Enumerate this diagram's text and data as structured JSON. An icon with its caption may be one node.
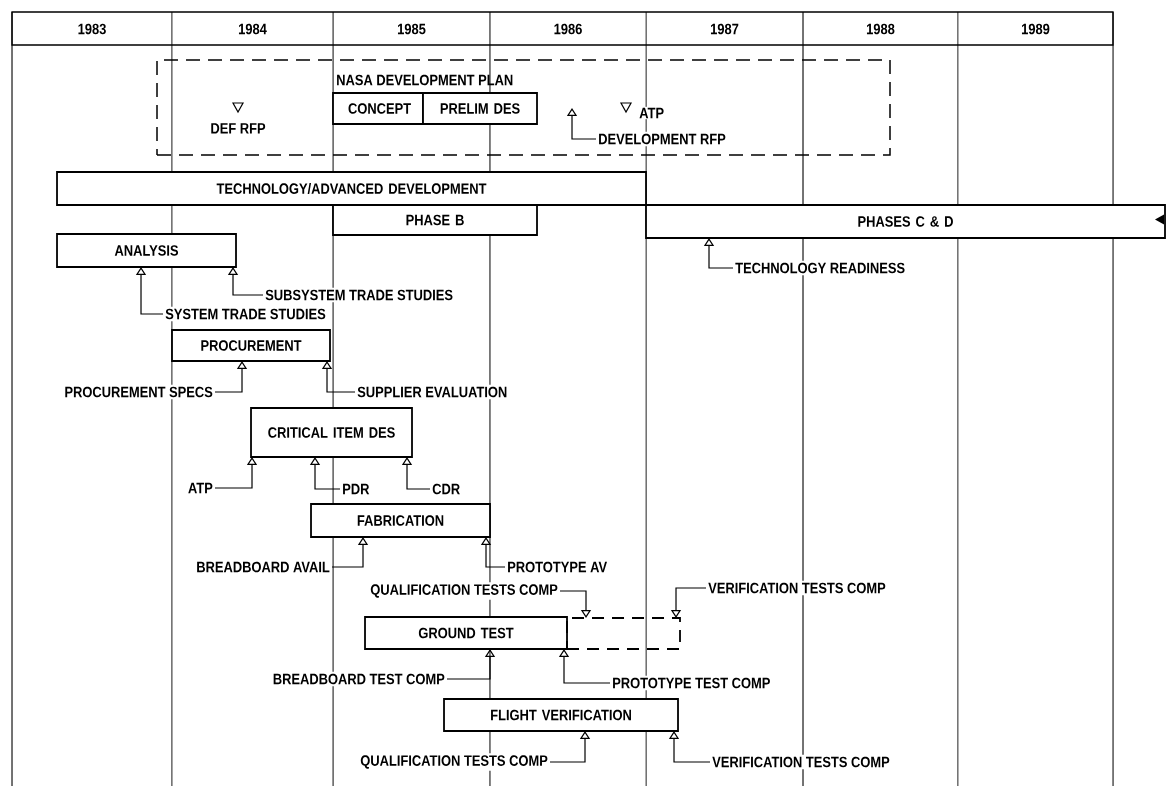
{
  "diagram": {
    "nodes": [
      {
        "text": [
          "NASA DEVELOPMENT PLAN"
        ]
      },
      {
        "text": [
          "CONCEPT"
        ],
        "in": 0
      },
      {
        "text": [
          "PRELIM DES"
        ],
        "in": 0
      },
      {
        "text": [
          "DEVELOPMENT RFP"
        ],
        "in": 0
      },
      {
        "text": [
          "TECHNOLOGY/ADVANCED DEVELOPMENT"
        ]
      },
      {
        "text": [
          "PHASE B"
        ]
      },
      {
        "text": [
          "PHASES C & D"
        ]
      },
      {
        "text": [
          "TECHNOLOGY READINESS"
        ]
      },
      {
        "text": [
          "ANALYSIS"
        ]
      },
      {
        "text": [
          "SUBSYSTEM TRADE STUDIES"
        ]
      },
      {
        "text": [
          "SYSTEM TRADE STUDIES"
        ]
      },
      {
        "text": [
          "PROCUREMENT"
        ]
      },
      {
        "text": [
          "PROCUREMENT SPECS"
        ]
      },
      {
        "text": [
          "SUPPLIER EVALUATION"
        ]
      },
      {
        "text": [
          "CRITICAL ITEM DES"
        ]
      },
      {
        "text": [
          "ATP"
        ]
      },
      {
        "text": [
          "PDR"
        ]
      },
      {
        "text": [
          "CDR"
        ]
      },
      {
        "text": [
          "FABRICATION"
        ]
      },
      {
        "text": [
          "BREADBOARD AVAIL"
        ]
      },
      {
        "text": [
          "PROTOTYPE AV"
        ]
      },
      {
        "text": [
          "QUALIFICATION TESTS COMP"
        ]
      },
      {
        "text": [
          "VERIFICATION TESTS COMP"
        ]
      },
      {
        "text": [
          "GROUND TEST"
        ]
      },
      {
        "text": [],
        "shape": "box"
      },
      {
        "text": [
          "BREADBOARD TEST COMP"
        ]
      },
      {
        "text": [
          "PROTOTYPE TEST COMP"
        ]
      },
      {
        "text": [
          "FLIGHT VERIFICATION"
        ]
      },
      {
        "text": [
          "QUALIFICATION TESTS COMP"
        ]
      },
      {
        "text": [
          "VERIFICATION TESTS COMP"
        ]
      }
    ],
    "edges": [
      {
        "from": 3,
        "to": null,
        "arrow": "to"
      },
      {
        "from": 7,
        "to": 6,
        "arrow": "to"
      },
      {
        "from": 10,
        "to": 8,
        "arrow": "to"
      },
      {
        "from": 9,
        "to": 8,
        "arrow": "to"
      },
      {
        "from": 12,
        "to": 11,
        "arrow": "to"
      },
      {
        "from": 13,
        "to": 11,
        "arrow": "to"
      },
      {
        "from": 15,
        "to": 14,
        "arrow": "to"
      },
      {
        "from": 16,
        "to": 14,
        "arrow": "to"
      },
      {
        "from": 17,
        "to": 14,
        "arrow": "to"
      },
      {
        "from": 19,
        "to": 18,
        "arrow": "to"
      },
      {
        "from": 20,
        "to": 18,
        "arrow": "to"
      },
      {
        "from": 21,
        "to": 24,
        "arrow": "to"
      },
      {
        "from": 22,
        "to": 24,
        "arrow": "to"
      },
      {
        "from": 25,
        "to": 23,
        "arrow": "to"
      },
      {
        "from": 26,
        "to": 23,
        "arrow": "to"
      },
      {
        "from": 28,
        "to": 27,
        "arrow": "to"
      },
      {
        "from": 29,
        "to": 27,
        "arrow": "to"
      }
    ],
    "labels": [
      "1983",
      "1984",
      "1985",
      "1986",
      "1987",
      "1988",
      "1989",
      "DEF RFP",
      "ATP"
    ]
  }
}
